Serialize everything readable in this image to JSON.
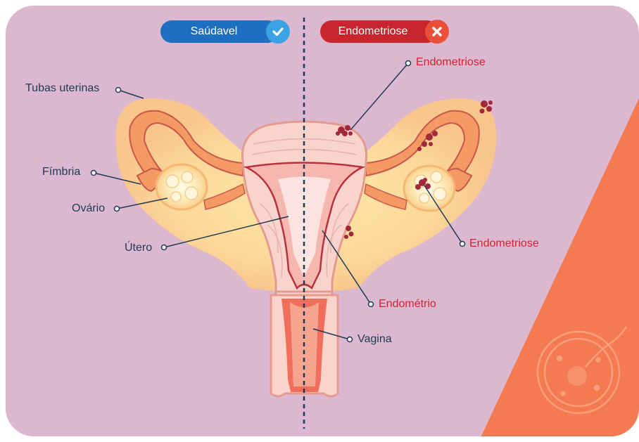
{
  "legend": {
    "healthy": {
      "label": "Saúdavel",
      "color": "#1f6fc0",
      "icon": "check-icon"
    },
    "disease": {
      "label": "Endometriose",
      "color": "#c8262e",
      "icon": "x-icon"
    }
  },
  "labels": {
    "tubas": "Tubas uterinas",
    "fimbria": "Fímbria",
    "ovario": "Ovário",
    "utero": "Útero",
    "vagina": "Vagina",
    "endometrio": "Endométrio",
    "endometriose_top": "Endometriose",
    "endometriose_right": "Endometriose"
  },
  "colors": {
    "background": "#dcb7d0",
    "corner": "#f47a52",
    "tissue": "#f6a770",
    "tissue_light": "#fcdca0",
    "uterus_inner": "#f5c7c2",
    "lesion": "#a0283a",
    "label_dark": "#1f3a55",
    "label_red": "#d3232f"
  }
}
